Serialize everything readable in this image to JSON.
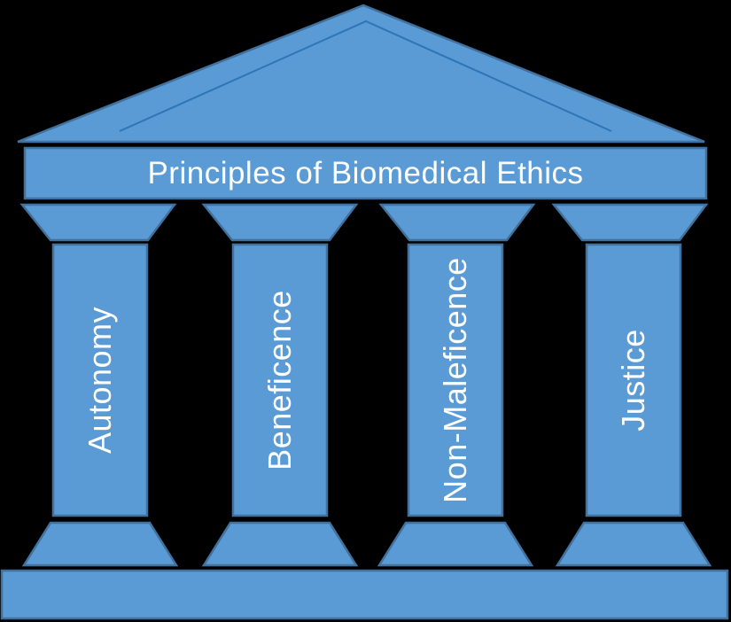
{
  "diagram": {
    "title": "Principles of Biomedical Ethics",
    "pillars": [
      {
        "label": "Autonomy"
      },
      {
        "label": "Beneficence"
      },
      {
        "label": "Non-Maleficence"
      },
      {
        "label": "Justice"
      }
    ],
    "colors": {
      "fill": "#5B9BD5",
      "outline": "#41719C",
      "inner_line": "#2E75B6",
      "text": "#FFFFFF",
      "background": "#000000"
    }
  }
}
